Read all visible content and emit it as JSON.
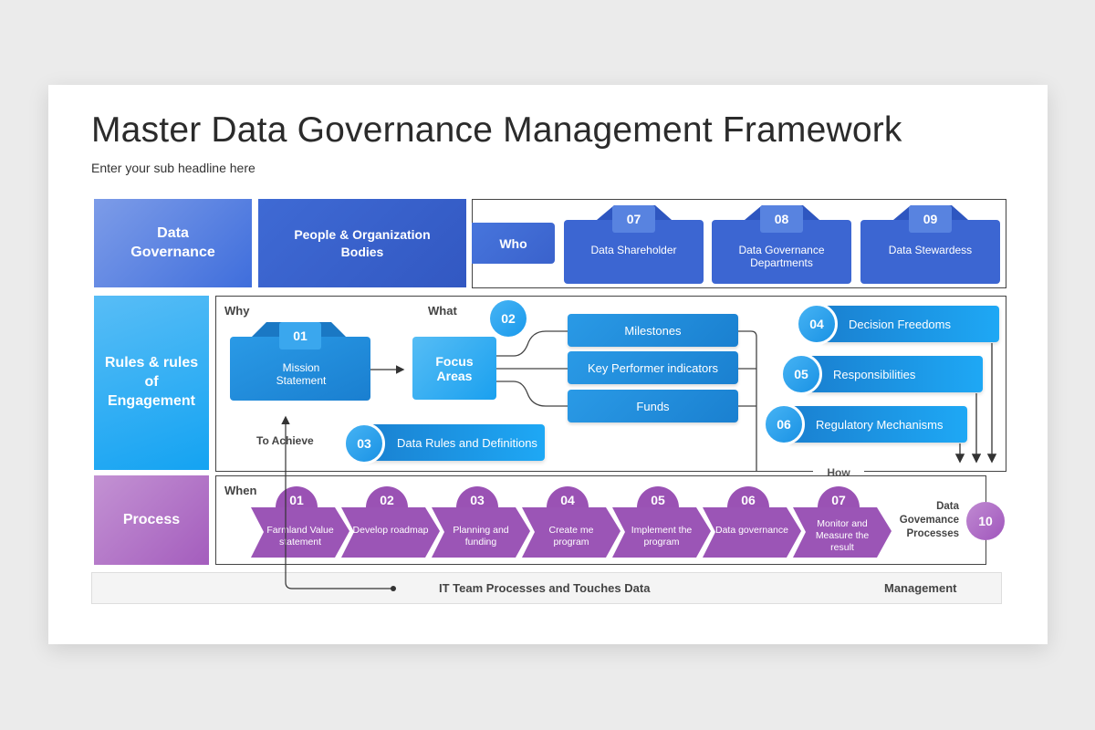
{
  "header": {
    "title": "Master Data Governance Management Framework",
    "subtitle": "Enter your sub headline here"
  },
  "categories": {
    "data_governance": "Data Governance",
    "people_bodies": "People & Organization Bodies",
    "rules": "Rules & rules of Engagement",
    "process": "Process"
  },
  "who": {
    "label": "Who",
    "cards": [
      {
        "num": "07",
        "text": "Data Shareholder"
      },
      {
        "num": "08",
        "text": "Data Governance Departments"
      },
      {
        "num": "09",
        "text": "Data Stewardess"
      }
    ]
  },
  "rules": {
    "why_label": "Why",
    "what_label": "What",
    "to_achieve_label": "To Achieve",
    "mission": {
      "num": "01",
      "text": "Mission Statement"
    },
    "focus": {
      "num": "02",
      "text": "Focus Areas"
    },
    "focus_items": [
      "Milestones",
      "Key Performer indicators",
      "Funds"
    ],
    "data_rules": {
      "num": "03",
      "text": "Data Rules and Definitions"
    },
    "how_items": [
      {
        "num": "04",
        "text": "Decision Freedoms"
      },
      {
        "num": "05",
        "text": "Responsibilities"
      },
      {
        "num": "06",
        "text": "Regulatory Mechanisms"
      }
    ],
    "how_label": "How"
  },
  "process": {
    "when_label": "When",
    "steps": [
      {
        "num": "01",
        "text": "Farmland Value statement"
      },
      {
        "num": "02",
        "text": "Develop roadmap"
      },
      {
        "num": "03",
        "text": "Planning and funding"
      },
      {
        "num": "04",
        "text": "Create me program"
      },
      {
        "num": "05",
        "text": "Implement the program"
      },
      {
        "num": "06",
        "text": "Data governance"
      },
      {
        "num": "07",
        "text": "Monitor and Measure the result"
      }
    ],
    "final": {
      "num": "10",
      "text": "Data Govemance Processes"
    }
  },
  "footer": {
    "it_team": "IT Team Processes and Touches Data",
    "management": "Management"
  },
  "colors": {
    "blue_dark": "#3a62cc",
    "blue_light": "#1aa3f0",
    "purple": "#9a52b4"
  }
}
